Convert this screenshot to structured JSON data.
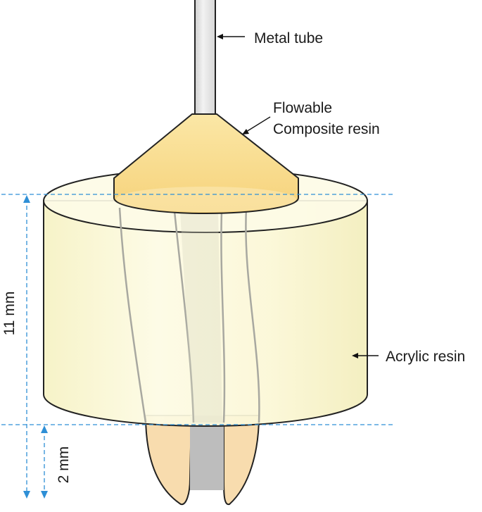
{
  "labels": {
    "metal_tube": "Metal tube",
    "composite_line1": "Flowable",
    "composite_line2": "Composite resin",
    "acrylic": "Acrylic resin",
    "dim_11": "11 mm",
    "dim_2": "2 mm"
  },
  "colors": {
    "acrylic_fill": "#fbf8d2",
    "composite_fill": "#f8dc8a",
    "tooth_fill": "#f8dcae",
    "metal_fill": "#e8e8e8",
    "dimension_line": "#2e8fd6"
  }
}
